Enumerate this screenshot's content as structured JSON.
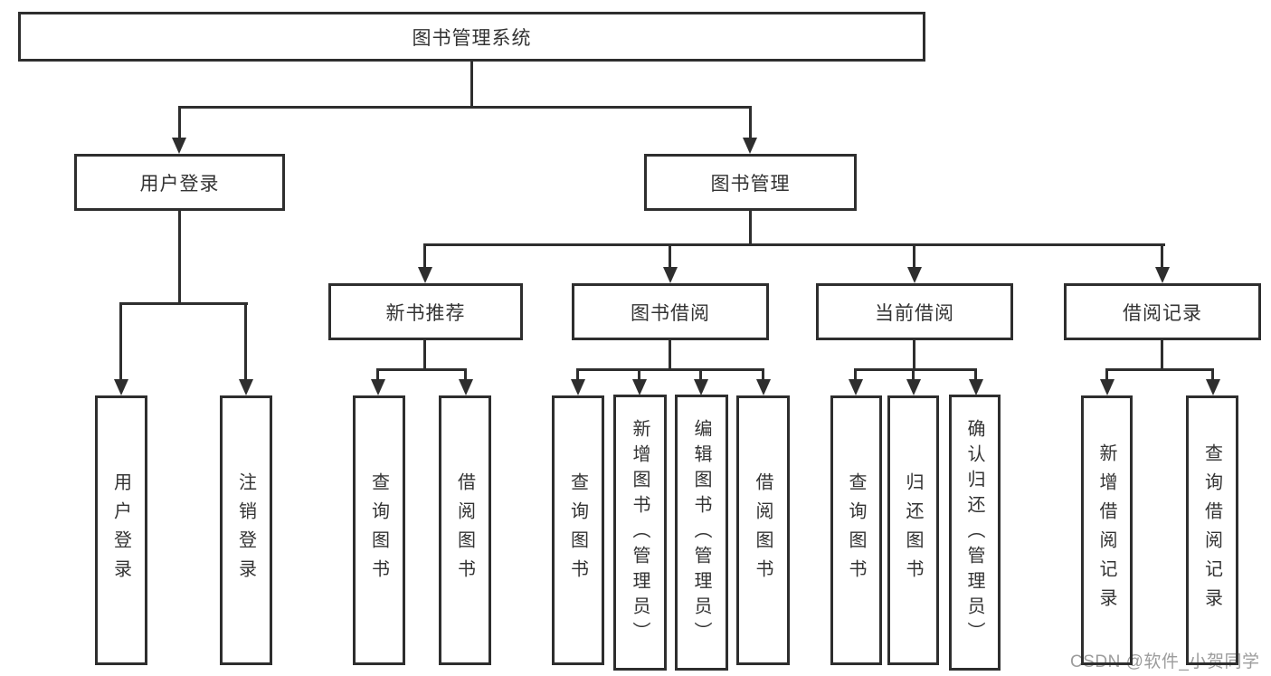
{
  "diagram": {
    "type": "hierarchy-tree",
    "root": {
      "label": "图书管理系统",
      "children": [
        {
          "label": "用户登录",
          "children": [
            {
              "label": "用户登录"
            },
            {
              "label": "注销登录"
            }
          ]
        },
        {
          "label": "图书管理",
          "children": [
            {
              "label": "新书推荐",
              "children": [
                {
                  "label": "查询图书"
                },
                {
                  "label": "借阅图书"
                }
              ]
            },
            {
              "label": "图书借阅",
              "children": [
                {
                  "label": "查询图书"
                },
                {
                  "label": "新增图书（管理员）"
                },
                {
                  "label": "编辑图书（管理员）"
                },
                {
                  "label": "借阅图书"
                }
              ]
            },
            {
              "label": "当前借阅",
              "children": [
                {
                  "label": "查询图书"
                },
                {
                  "label": "归还图书"
                },
                {
                  "label": "确认归还（管理员）"
                }
              ]
            },
            {
              "label": "借阅记录",
              "children": [
                {
                  "label": "新增借阅记录"
                },
                {
                  "label": "查询借阅记录"
                }
              ]
            }
          ]
        }
      ]
    },
    "watermark": "CSDN @软件_小贺同学",
    "colors": {
      "line": "#2e2e2e",
      "text": "#333333",
      "watermark": "#9c9c9c",
      "background": "#ffffff"
    }
  }
}
